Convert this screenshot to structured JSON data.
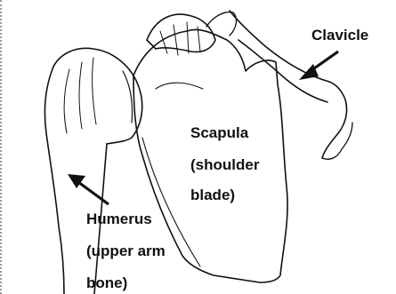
{
  "labels": {
    "clavicle": "Clavicle",
    "scapula": [
      "Scapula",
      "(shoulder",
      "blade)"
    ],
    "humerus": [
      "Humerus",
      "(upper arm",
      "bone)"
    ]
  },
  "colors": {
    "line": "#111111",
    "background": "#ffffff"
  }
}
